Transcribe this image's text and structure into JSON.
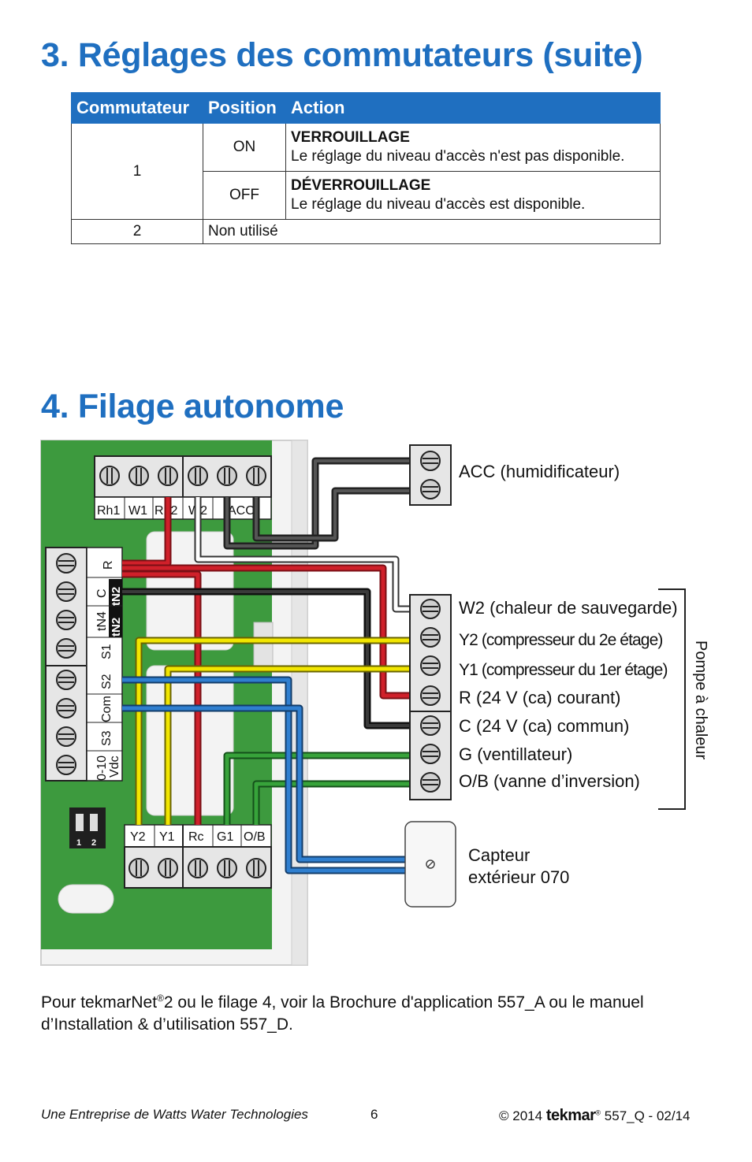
{
  "section3": {
    "title": "3.  Réglages des commutateurs (suite)"
  },
  "table": {
    "headers": [
      "Commutateur",
      "Position",
      "Action"
    ],
    "rows": [
      {
        "switch": "1",
        "position_on": "ON",
        "on_title": "VERROUILLAGE",
        "on_desc": "Le réglage du niveau d'accès n'est pas disponible.",
        "position_off": "OFF",
        "off_title": "DÉVERROUILLAGE",
        "off_desc": "Le réglage du niveau d'accès est disponible."
      },
      {
        "switch": "2",
        "action": "Non utilisé"
      }
    ]
  },
  "section4": {
    "title": "4.  Filage autonome"
  },
  "diagram": {
    "top_terminals": [
      "Rh1",
      "W1",
      "Rh2",
      "W2",
      "ACC"
    ],
    "left_terminals": [
      "R",
      "C",
      "tN4",
      "tN2",
      "S1",
      "S2",
      "Com",
      "S3",
      "0-10",
      "Vdc"
    ],
    "left_tag": "tN2",
    "bottom_terminals": [
      "Y2",
      "Y1",
      "Rc",
      "G1",
      "O/B"
    ],
    "dip_labels": [
      "1",
      "2"
    ],
    "acc_label": "ACC (humidificateur)",
    "hp_labels": [
      "W2 (chaleur de sauvegarde)",
      "Y2 (compresseur du 2e étage)",
      "Y1 (compresseur du 1er étage)",
      "R (24 V (ca) courant)",
      "C (24 V (ca) commun)",
      "G (ventillateur)",
      "O/B (vanne d’inversion)"
    ],
    "bracket_label": "Pompe à chaleur",
    "sensor_label_1": "Capteur",
    "sensor_label_2": "extérieur 070",
    "colors": {
      "board": "#3d9a3e",
      "red": "#d0202a",
      "black": "#222222",
      "yellow": "#f2e600",
      "blue": "#2f7fd0",
      "green": "#37a33a",
      "white": "#ffffff"
    }
  },
  "note": {
    "before": "Pour tekmarNet",
    "sup": "®",
    "after": "2 ou le filage 4, voir la Brochure d'application 557_A ou le manuel d’Installation & d’utilisation 557_D."
  },
  "footer": {
    "left": "Une Entreprise de Watts Water Technologies",
    "page": "6",
    "copyright": "© 2014",
    "brand": "tekmar",
    "brand_mark": "®",
    "doc": "557_Q - 02/14"
  }
}
